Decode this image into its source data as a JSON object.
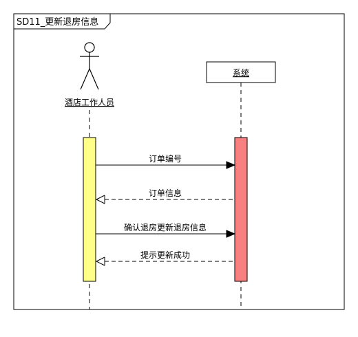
{
  "frame": {
    "title": "SD11_更新退房信息"
  },
  "participants": {
    "actor": {
      "label": "酒店工作人员"
    },
    "system": {
      "label": "系统"
    }
  },
  "messages": [
    {
      "label": "订单编号",
      "direction": "to-system",
      "style": "solid"
    },
    {
      "label": "订单信息",
      "direction": "to-actor",
      "style": "dashed"
    },
    {
      "label": "确认退房更新退房信息",
      "direction": "to-system",
      "style": "solid"
    },
    {
      "label": "提示更新成功",
      "direction": "to-actor",
      "style": "dashed"
    }
  ],
  "colors": {
    "actor_activation": "#ffff88",
    "system_activation": "#f88080",
    "line": "#000000"
  }
}
